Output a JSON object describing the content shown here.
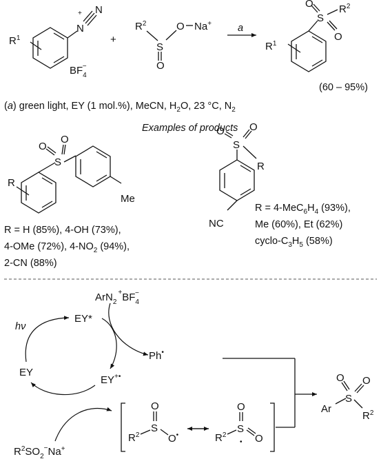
{
  "scheme": {
    "reactant1": {
      "r_label": "R",
      "r_sup": "1",
      "diazonium_n1": "N",
      "diazonium_plus": "+",
      "diazonium_n2": "N",
      "counterion": "BF",
      "counterion_sub": "4",
      "counterion_sup": "−"
    },
    "plus_sign": "+",
    "reactant2": {
      "r_label": "R",
      "r_sup": "2",
      "s_atom": "S",
      "o_atom": "O",
      "o_atom_single": "O",
      "na_label": "Na",
      "na_charge": "+"
    },
    "arrow_label": "a",
    "product": {
      "r1_label": "R",
      "r1_sup": "1",
      "s_atom": "S",
      "o1": "O",
      "o2": "O",
      "r2_label": "R",
      "r2_sup": "2"
    },
    "yield": "(60 – 95%)",
    "conditions": {
      "prefix": "(",
      "letter": "a",
      "suffix": ") green light, EY (1 mol.%), MeCN, H",
      "h2o_sub": "2",
      "rest": "O, 23 °C, N",
      "n2_sub": "2"
    }
  },
  "examples": {
    "heading": "Examples of products",
    "compound1": {
      "s_atom": "S",
      "o1": "O",
      "o2": "O",
      "r_label": "R",
      "me_label": "Me"
    },
    "compound1_variants": [
      "R = H (85%), 4-OH (73%),",
      "4-OMe (72%), 4-NO",
      "2",
      " (94%),",
      "2-CN (88%)"
    ],
    "compound2": {
      "s_atom": "S",
      "o1": "O",
      "o2": "O",
      "r_label": "R",
      "nc_label": "NC"
    },
    "compound2_variants": {
      "line1_a": "R = 4-MeC",
      "line1_sub1": "6",
      "line1_b": "H",
      "line1_sub2": "4",
      "line1_c": " (93%),",
      "line2": "Me (60%), Et (62%)",
      "line3_a": "cyclo-C",
      "line3_sub1": "3",
      "line3_b": "H",
      "line3_sub2": "5",
      "line3_c": " (58%)"
    }
  },
  "mechanism": {
    "diazonium": {
      "ar": "ArN",
      "sub": "2",
      "plus": "+",
      "bf": "BF",
      "bf_sub": "4",
      "bf_sup": "−"
    },
    "hv": "hν",
    "ey_star": "EY*",
    "ph_radical": "Ph",
    "ph_dot": "•",
    "ey": "EY",
    "ey_cation": "EY",
    "ey_cation_sup": "+•",
    "sulfinate": {
      "r": "R",
      "r_sup": "2",
      "so2": "SO",
      "so2_sub": "2",
      "minus": "−",
      "na": "Na",
      "na_plus": "+"
    },
    "radical1": {
      "r": "R",
      "r_sup": "2",
      "s_atom": "S",
      "o_top": "O",
      "o_right": "O",
      "dot": "•"
    },
    "radical2": {
      "r": "R",
      "r_sup": "2",
      "s_atom": "S",
      "o1": "O",
      "o2": "O",
      "dot": "•"
    },
    "final_product": {
      "ar": "Ar",
      "s_atom": "S",
      "o1": "O",
      "o2": "O",
      "r": "R",
      "r_sup": "2"
    }
  }
}
